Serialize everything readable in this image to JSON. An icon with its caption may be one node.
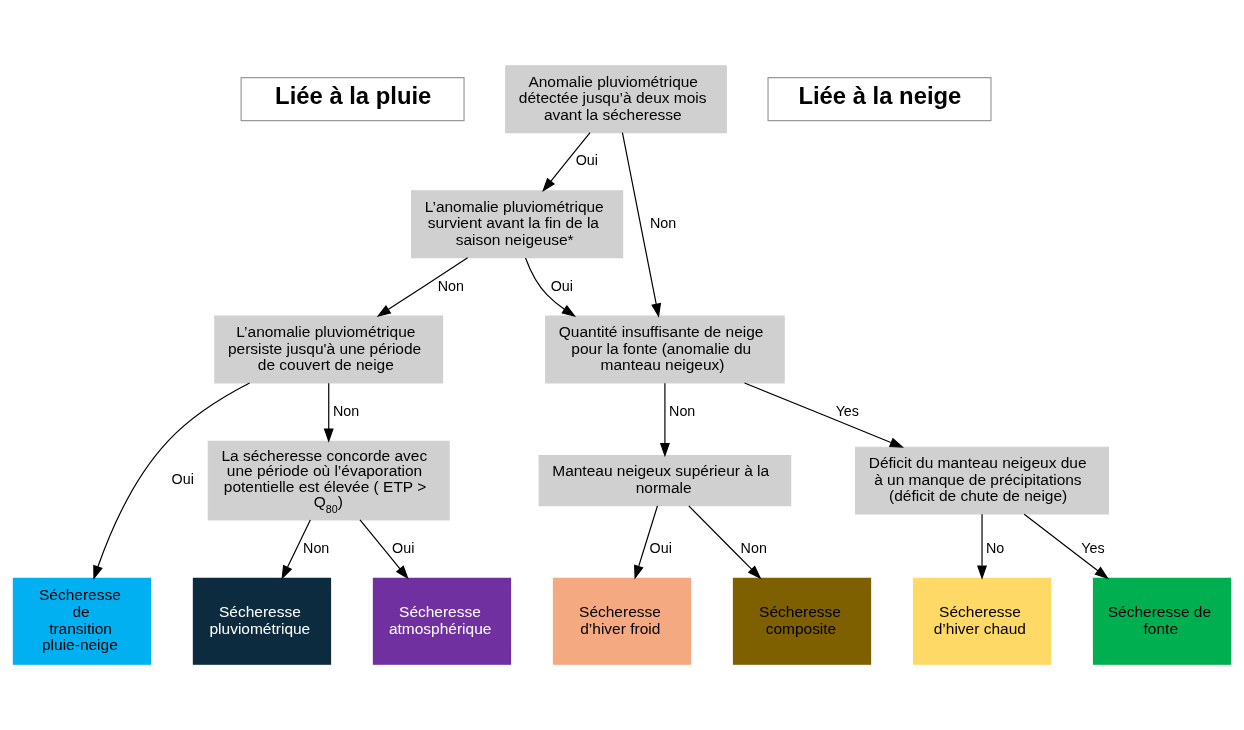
{
  "diagram": {
    "nodes": [
      {
        "text": [
          "Liée à la pluie"
        ]
      },
      {
        "text": [
          "Liée à la neige"
        ]
      },
      {
        "text": [
          "Anomalie pluviométrique détectée jusqu’à deux mois avant la sécheresse"
        ]
      },
      {
        "text": [
          "L’anomalie pluviométrique survient avant la fin de la saison neigeuse*"
        ]
      },
      {
        "text": [
          "L’anomalie pluviométrique persiste jusqu'à une période de couvert de neige"
        ]
      },
      {
        "text": [
          "La sécheresse concorde avec une période où l’évaporation potentielle est élevée ( ETP > Q$_{80}$)"
        ]
      },
      {
        "text": [
          "Quantité insuffisante de neige pour la fonte (anomalie du manteau neigeux)"
        ]
      },
      {
        "text": [
          "Manteau neigeux supérieur à la normale"
        ]
      },
      {
        "text": [
          "Déficit du manteau neigeux due à un manque de précipitations (déficit de chute de neige)"
        ]
      },
      {
        "text": [
          "Sécheresse de transition pluie-neige"
        ]
      },
      {
        "text": [
          "Sécheresse pluviométrique"
        ]
      },
      {
        "text": [
          "Sécheresse atmosphérique"
        ]
      },
      {
        "text": [
          "Sécheresse d’hiver froid"
        ]
      },
      {
        "text": [
          "Sécheresse composite"
        ]
      },
      {
        "text": [
          "Sécheresse d’hiver chaud"
        ]
      },
      {
        "text": [
          "Sécheresse de fonte"
        ]
      }
    ],
    "edges": [
      {
        "from": 2,
        "to": 3,
        "arrow": "to",
        "label": "Oui"
      },
      {
        "from": 2,
        "to": 6,
        "arrow": "to",
        "label": "Non"
      },
      {
        "from": 3,
        "to": 4,
        "arrow": "to",
        "label": "Non"
      },
      {
        "from": 3,
        "to": 6,
        "arrow": "to",
        "label": "Oui"
      },
      {
        "from": 4,
        "to": 9,
        "arrow": "to",
        "label": "Oui"
      },
      {
        "from": 4,
        "to": 5,
        "arrow": "to",
        "label": "Non"
      },
      {
        "from": 5,
        "to": 10,
        "arrow": "to",
        "label": "Non"
      },
      {
        "from": 5,
        "to": 11,
        "arrow": "to",
        "label": "Oui"
      },
      {
        "from": 6,
        "to": 7,
        "arrow": "to",
        "label": "Non"
      },
      {
        "from": 6,
        "to": 8,
        "arrow": "to",
        "label": "Yes"
      },
      {
        "from": 7,
        "to": 12,
        "arrow": "to",
        "label": "Oui"
      },
      {
        "from": 7,
        "to": 13,
        "arrow": "to",
        "label": "Non"
      },
      {
        "from": 8,
        "to": 14,
        "arrow": "to",
        "label": "No"
      },
      {
        "from": 8,
        "to": 15,
        "arrow": "to",
        "label": "Yes"
      }
    ]
  }
}
